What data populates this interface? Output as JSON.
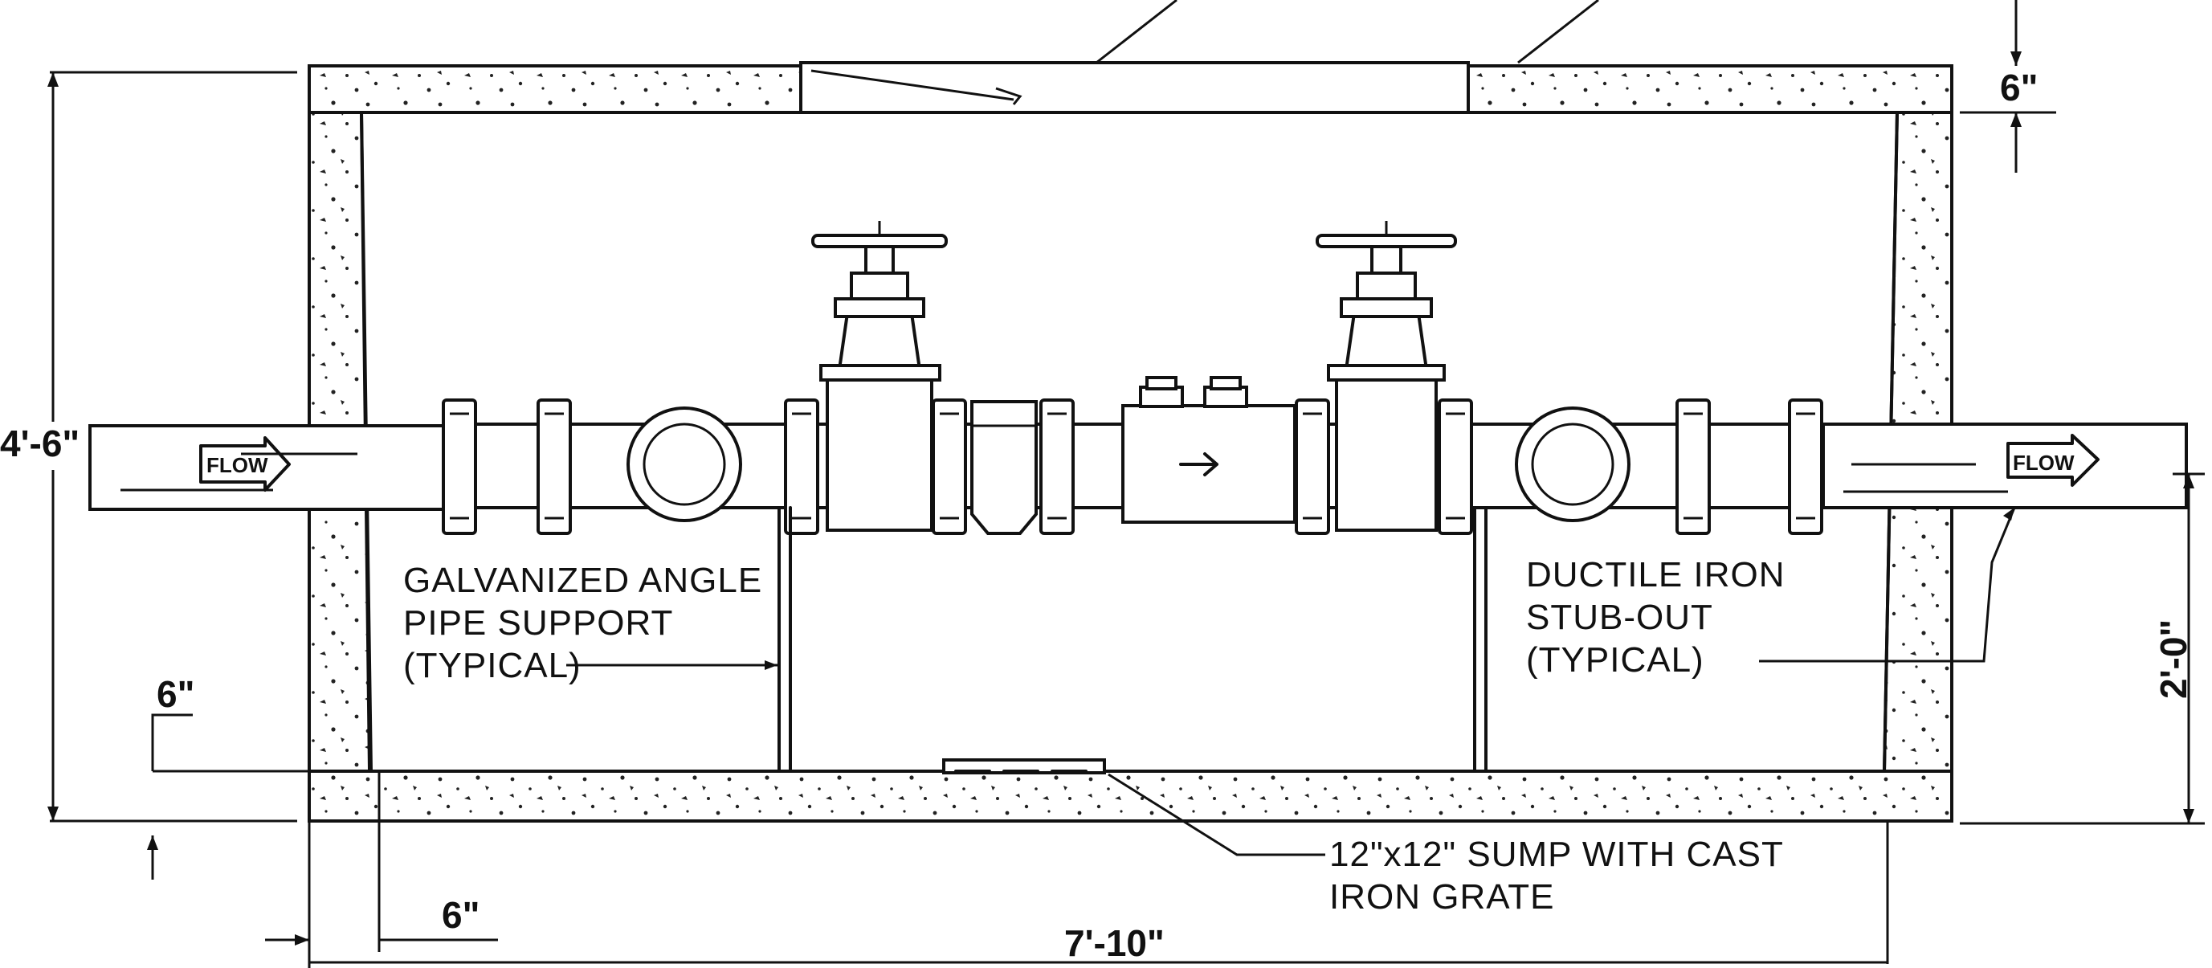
{
  "labels": {
    "left_support": [
      "GALVANIZED ANGLE",
      "PIPE SUPPORT",
      "(TYPICAL)"
    ],
    "right_stub": [
      "DUCTILE IRON",
      "STUB-OUT",
      "(TYPICAL)"
    ],
    "sump": [
      "12\"x12\" SUMP WITH CAST",
      "IRON GRATE"
    ],
    "flow_left": "FLOW",
    "flow_right": "FLOW"
  },
  "dimensions": {
    "height_overall": "4'-6\"",
    "top_slab": "6\"",
    "bottom_slab_left": "6\"",
    "wall_left": "6\"",
    "width_overall": "7'-10\"",
    "pipe_height": "2'-0\""
  }
}
